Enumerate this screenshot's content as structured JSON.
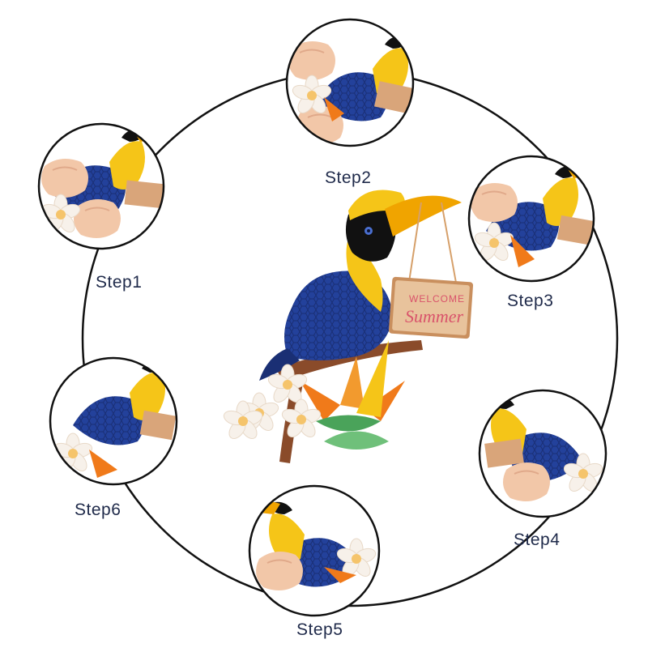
{
  "steps": [
    {
      "label": "Step1"
    },
    {
      "label": "Step2"
    },
    {
      "label": "Step3"
    },
    {
      "label": "Step4"
    },
    {
      "label": "Step5"
    },
    {
      "label": "Step6"
    }
  ],
  "sign": {
    "line1": "WELCOME",
    "line2": "Summer",
    "small": "Summer"
  },
  "colors": {
    "ring": "#111111",
    "label": "#1f2a4a",
    "bird_blue": "#23419b",
    "bird_yellow": "#f5c518",
    "beak": "#f0a400",
    "sign_wood": "#c98f5e",
    "flower_orange": "#f07a1a",
    "flower_white": "#f7f1ea",
    "branch": "#8a4b2a"
  }
}
